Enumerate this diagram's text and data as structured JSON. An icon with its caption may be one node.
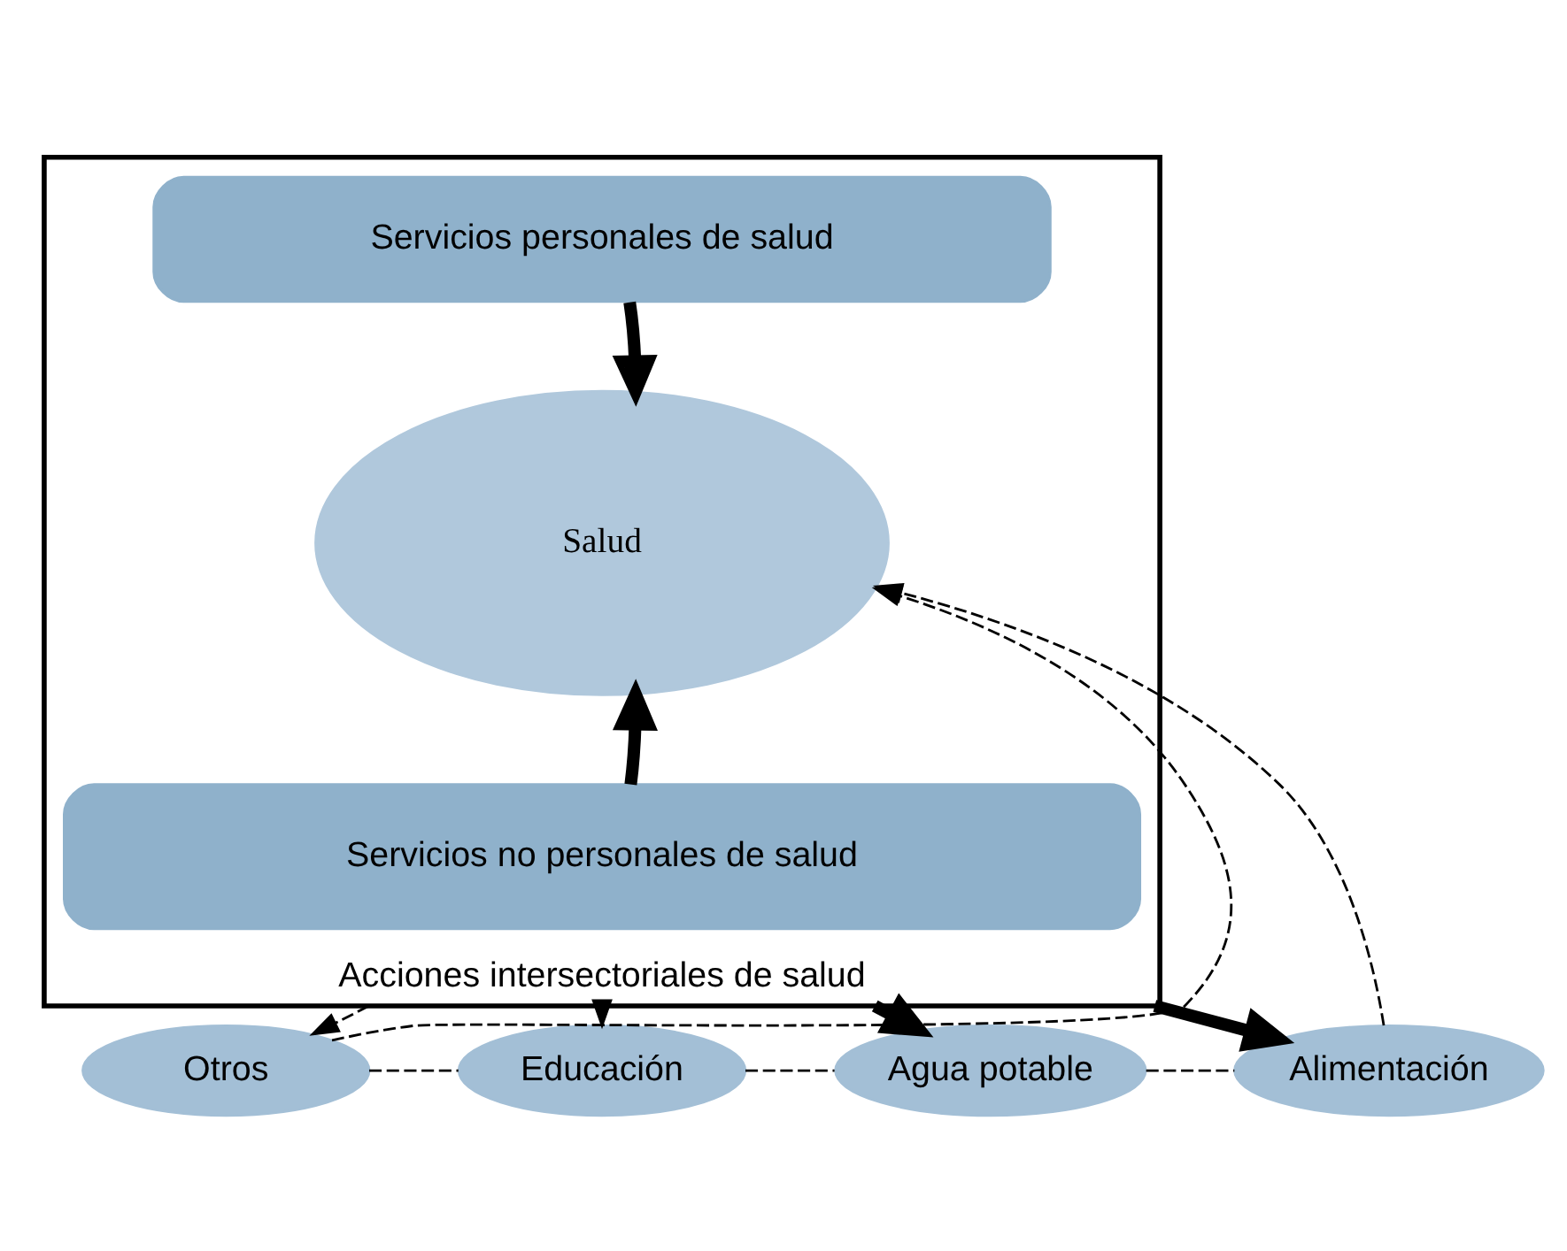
{
  "diagram": {
    "nodes": [
      {
        "text": [
          "Acciones intersectoriales de salud"
        ]
      },
      {
        "text": [
          "Servicios personales de salud"
        ],
        "in": 0
      },
      {
        "text": [
          "Salud"
        ],
        "in": 0
      },
      {
        "text": [
          "Servicios no personales de salud"
        ],
        "in": 0
      },
      {
        "text": [
          "Otros"
        ]
      },
      {
        "text": [
          "Educación"
        ]
      },
      {
        "text": [
          "Agua potable"
        ]
      },
      {
        "text": [
          "Alimentación"
        ]
      }
    ],
    "edges": [
      {
        "from": 1,
        "to": 2,
        "arrow": "to",
        "style": "thick"
      },
      {
        "from": 3,
        "to": 2,
        "arrow": "to",
        "style": "thick"
      },
      {
        "from": 0,
        "to": 4,
        "arrow": "to",
        "style": "dashed"
      },
      {
        "from": 0,
        "to": 5,
        "arrow": "to"
      },
      {
        "from": 0,
        "to": 6,
        "arrow": "to",
        "style": "thick"
      },
      {
        "from": 0,
        "to": 7,
        "arrow": "to",
        "style": "thick"
      },
      {
        "from": 4,
        "to": 2,
        "arrow": "to",
        "style": "dashed"
      },
      {
        "from": 7,
        "to": 2,
        "arrow": "to",
        "style": "dashed"
      },
      {
        "from": 4,
        "to": 5,
        "arrow": "none",
        "style": "dashed"
      },
      {
        "from": 5,
        "to": 6,
        "arrow": "none",
        "style": "dashed"
      },
      {
        "from": 6,
        "to": 7,
        "arrow": "none",
        "style": "dashed"
      }
    ]
  }
}
